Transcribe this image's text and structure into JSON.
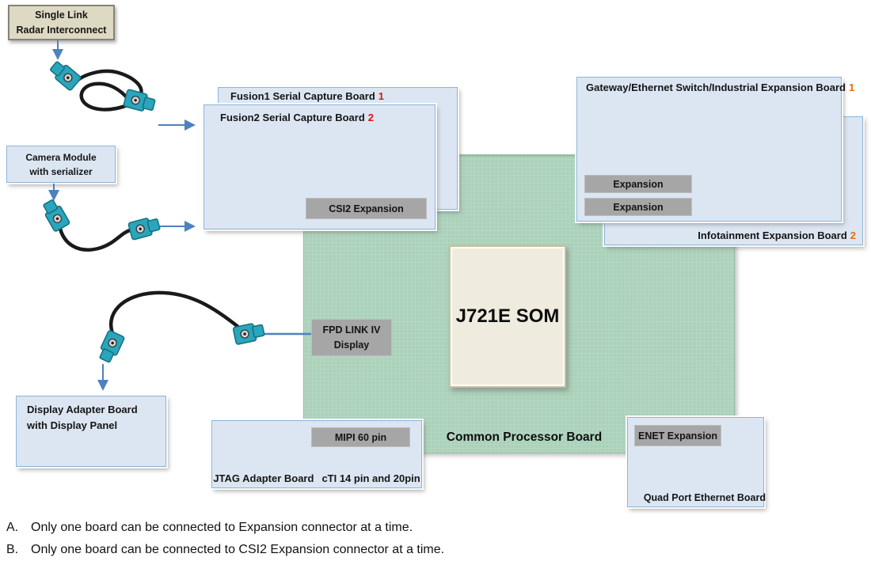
{
  "diagram": {
    "radar_box": {
      "line1": "Single Link",
      "line2": "Radar Interconnect"
    },
    "camera_box": {
      "line1": "Camera Module",
      "line2": "with serializer"
    },
    "fusion1": {
      "title": "Fusion1 Serial Capture Board",
      "num": "1"
    },
    "fusion2": {
      "title": "Fusion2 Serial Capture Board",
      "num": "2"
    },
    "csi2_button": "CSI2 Expansion",
    "gateway": {
      "title": "Gateway/Ethernet Switch/Industrial Expansion Board",
      "num": "1"
    },
    "infotainment": {
      "title": "Infotainment Expansion Board",
      "num": "2"
    },
    "expansion_button_1": "Expansion",
    "expansion_button_2": "Expansion",
    "som_label": "J721E SOM",
    "common_processor_label": "Common Processor Board",
    "fpd_box": {
      "line1": "FPD LINK IV",
      "line2": "Display"
    },
    "display_adapter_box": {
      "line1": "Display Adapter Board",
      "line2": "with Display Panel"
    },
    "jtag_board": {
      "label1": "JTAG Adapter Board",
      "label2": "cTI 14 pin and 20pin"
    },
    "mipi_button": "MIPI 60 pin",
    "enet_button": "ENET Expansion",
    "quad_port_label": "Quad Port Ethernet Board"
  },
  "notes": [
    {
      "id": "A.",
      "text": "Only one board can be connected to Expansion connector at a time."
    },
    {
      "id": "B.",
      "text": "Only one board can be connected to CSI2 Expansion connector at a time."
    }
  ],
  "colors": {
    "board_fill": "#dce6f2",
    "board_border": "#8eb4d8",
    "green_board": "#abd1ba",
    "button_gray": "#a6a6a6",
    "som_fill": "#efecdf",
    "radar_box_fill": "#ded9c3",
    "arrow_blue": "#4f81bd",
    "connector_teal": "#2aa5bb",
    "fusion_number_red": "#e01212",
    "expansion_number_orange": "#e46c0a"
  }
}
